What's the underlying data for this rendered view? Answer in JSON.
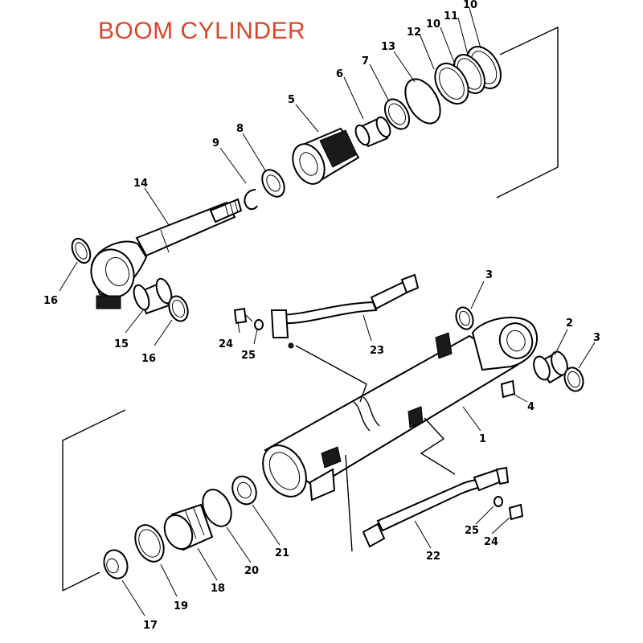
{
  "title": "BOOM CYLINDER",
  "labels": {
    "p1": "1",
    "p2": "2",
    "p3a": "3",
    "p3b": "3",
    "p4": "4",
    "p5": "5",
    "p6": "6",
    "p7": "7",
    "p8": "8",
    "p9": "9",
    "p10a": "10",
    "p10b": "10",
    "p11": "11",
    "p12": "12",
    "p13": "13",
    "p14": "14",
    "p15": "15",
    "p16a": "16",
    "p16b": "16",
    "p17": "17",
    "p18": "18",
    "p19": "19",
    "p20": "20",
    "p21": "21",
    "p22": "22",
    "p23": "23",
    "p24a": "24",
    "p24b": "24",
    "p25a": "25",
    "p25b": "25"
  },
  "colors": {
    "title": "#d9472b",
    "line": "#000000"
  }
}
